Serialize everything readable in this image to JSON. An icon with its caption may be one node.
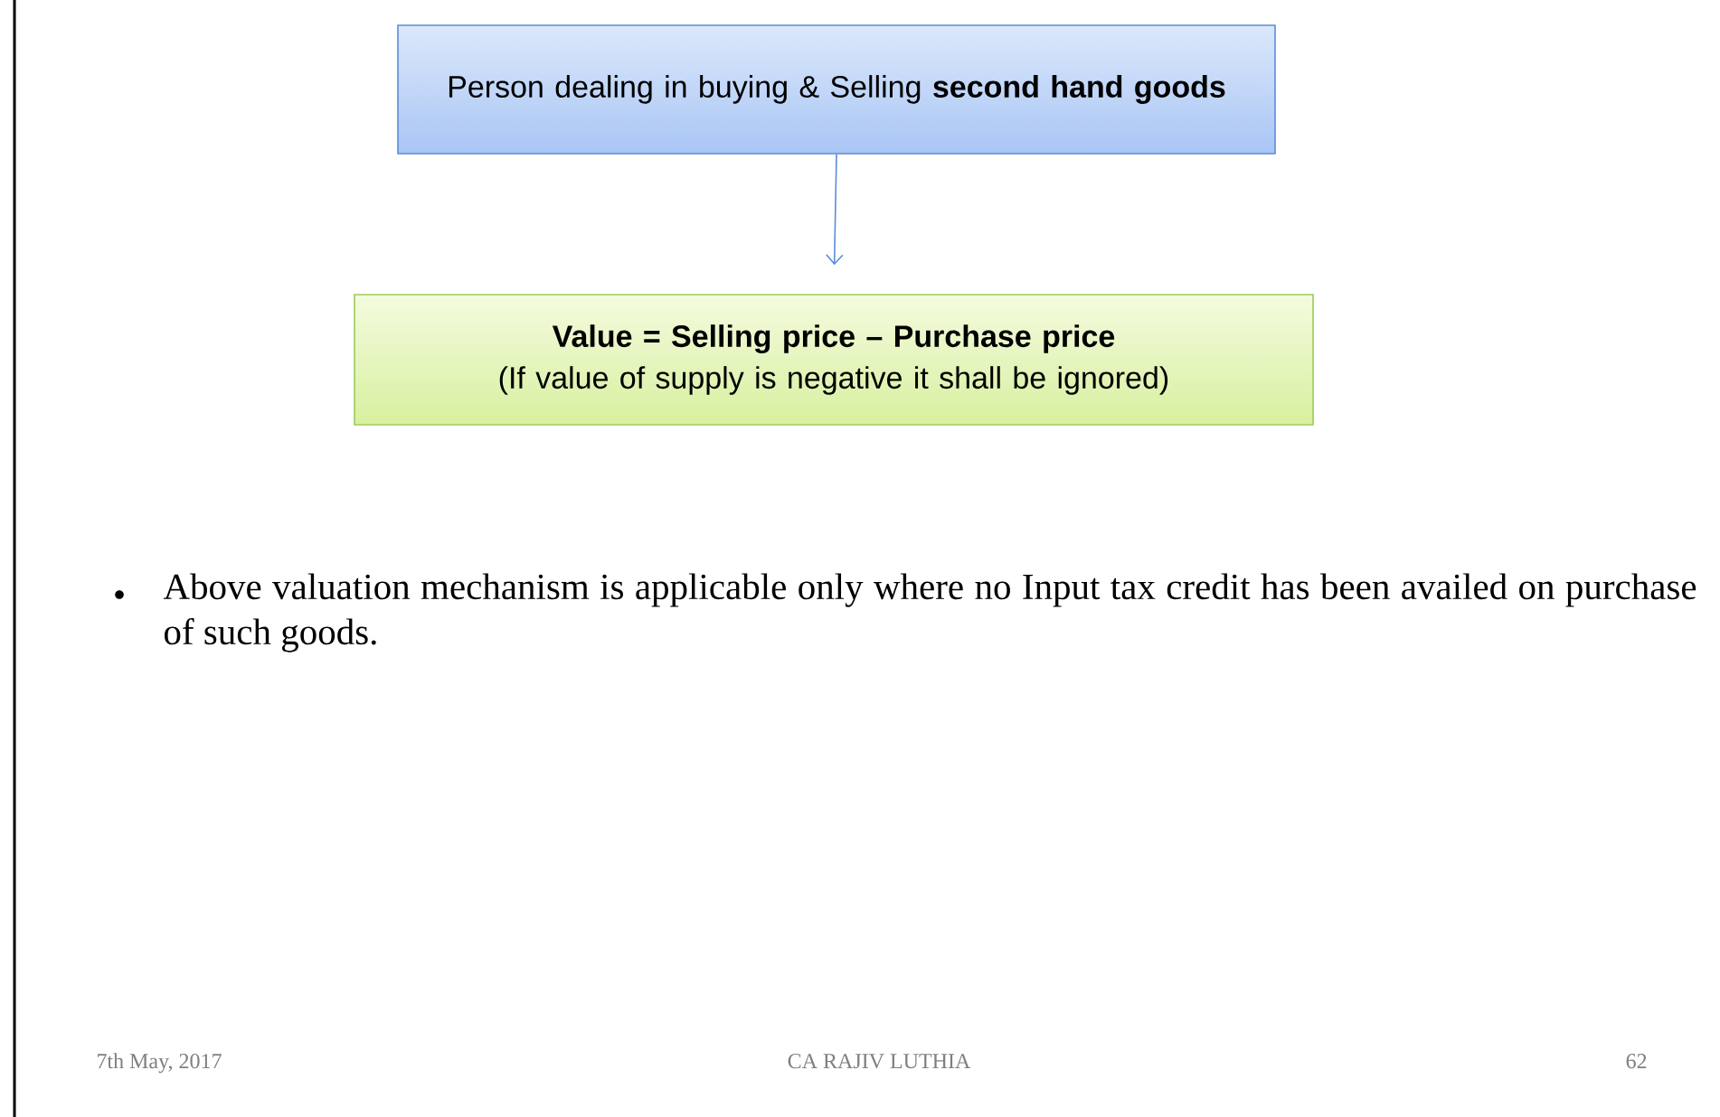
{
  "diagram": {
    "nodes": [
      {
        "text": [
          "Person dealing in buying & Selling **second hand goods**"
        ]
      },
      {
        "text": [
          "Value = Selling price – Purchase price",
          "(If value of supply is negative it shall be ignored)"
        ]
      }
    ],
    "edges": [
      {
        "from": 0,
        "to": 1,
        "arrow": "to"
      }
    ],
    "labels": [
      "Above valuation mechanism is applicable only where no Input tax credit has been availed on purchase of such goods.",
      "7th May, 2017",
      "CA RAJIV LUTHIA",
      "62"
    ]
  }
}
